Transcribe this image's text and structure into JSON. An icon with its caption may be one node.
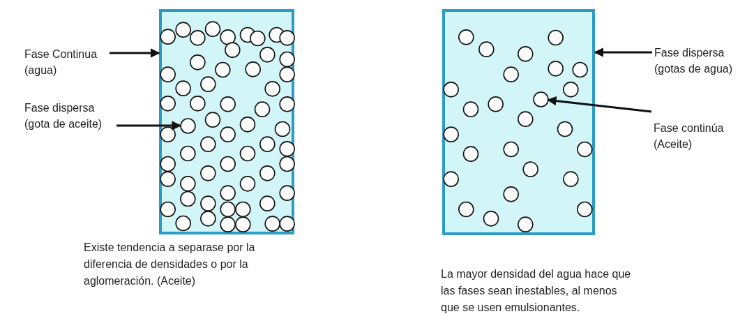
{
  "diagram": {
    "nodes": [
      {
        "text": [
          "Fase Continua (agua)"
        ]
      },
      {
        "text": [],
        "shape": "box"
      },
      {
        "text": [
          "Fase dispersa (gota de aceite)"
        ]
      },
      {
        "text": [],
        "shape": "circle",
        "in": 1
      },
      {
        "text": [],
        "shape": "box"
      },
      {
        "text": [
          "Fase dispersa (gotas de agua)"
        ]
      },
      {
        "text": [
          "Fase continúa (Aceite)"
        ]
      },
      {
        "text": [],
        "shape": "circle",
        "in": 4
      }
    ],
    "edges": [
      {
        "from": 0,
        "to": 1,
        "arrow": "to"
      },
      {
        "from": 2,
        "to": 3,
        "arrow": "to"
      },
      {
        "from": 5,
        "to": 4,
        "arrow": "to"
      },
      {
        "from": 6,
        "to": 7,
        "arrow": "to"
      }
    ],
    "labels": [
      "Existe tendencia a separase por la diferencia de densidades o por la aglomeración. (Aceite)",
      "La mayor  densidad del agua hace que las fases sean inestables,  al menos  que se usen emulsionantes."
    ]
  }
}
